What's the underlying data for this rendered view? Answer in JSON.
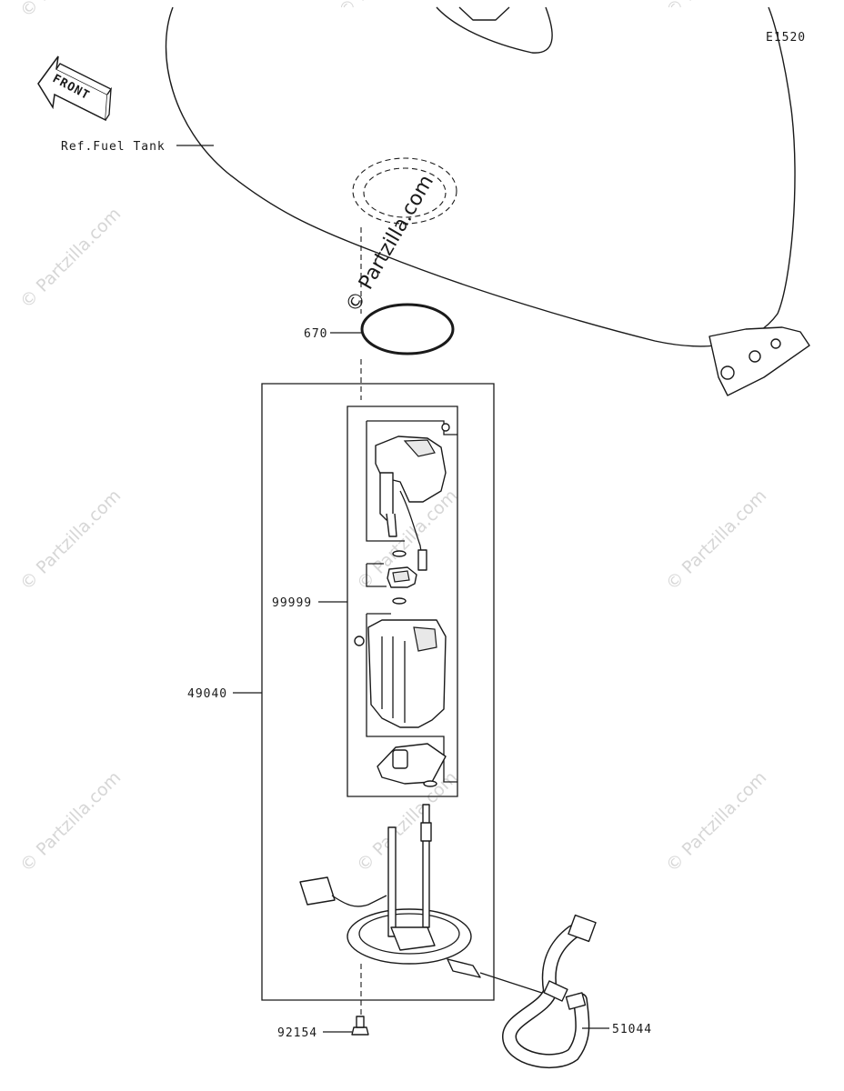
{
  "diagram": {
    "code": "E1520",
    "front_label": "FRONT",
    "watermark": "© Partzilla.com",
    "ref_label": "Ref.Fuel Tank",
    "parts": [
      {
        "number": "670"
      },
      {
        "number": "99999"
      },
      {
        "number": "49040"
      },
      {
        "number": "92154"
      },
      {
        "number": "51044"
      }
    ]
  }
}
